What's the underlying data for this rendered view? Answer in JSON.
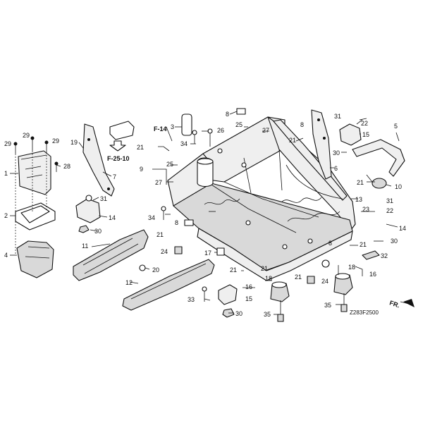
{
  "diagram_code": "Z283F2500",
  "direction_label": "FR.",
  "references": {
    "f14": "F-14",
    "f2510": "F-25-10"
  },
  "callouts": {
    "c1": "1",
    "c2": "2",
    "c3": "3",
    "c4": "4",
    "c5": "5",
    "c6": "6",
    "c7": "7",
    "c8a": "8",
    "c8b": "8",
    "c8c": "8",
    "c8d": "8",
    "c9": "9",
    "c10": "10",
    "c11": "11",
    "c12": "12",
    "c13": "13",
    "c14a": "14",
    "c14b": "14",
    "c15a": "15",
    "c15b": "15",
    "c16a": "16",
    "c16b": "16",
    "c17": "17",
    "c18a": "18",
    "c18b": "18",
    "c19": "19",
    "c20": "20",
    "c21a": "21",
    "c21b": "21",
    "c21c": "21",
    "c21d": "21",
    "c21e": "21",
    "c21f": "21",
    "c21g": "21",
    "c21h": "21",
    "c22a": "22",
    "c22b": "22",
    "c23": "23",
    "c24a": "24",
    "c24b": "24",
    "c25a": "25",
    "c25b": "25",
    "c26": "26",
    "c27a": "27",
    "c27b": "27",
    "c28": "28",
    "c29a": "29",
    "c29b": "29",
    "c29c": "29",
    "c30a": "30",
    "c30b": "30",
    "c30c": "30",
    "c30d": "30",
    "c31a": "31",
    "c31b": "31",
    "c31c": "31",
    "c32": "32",
    "c33": "33",
    "c34a": "34",
    "c34b": "34",
    "c35a": "35",
    "c35b": "35"
  }
}
